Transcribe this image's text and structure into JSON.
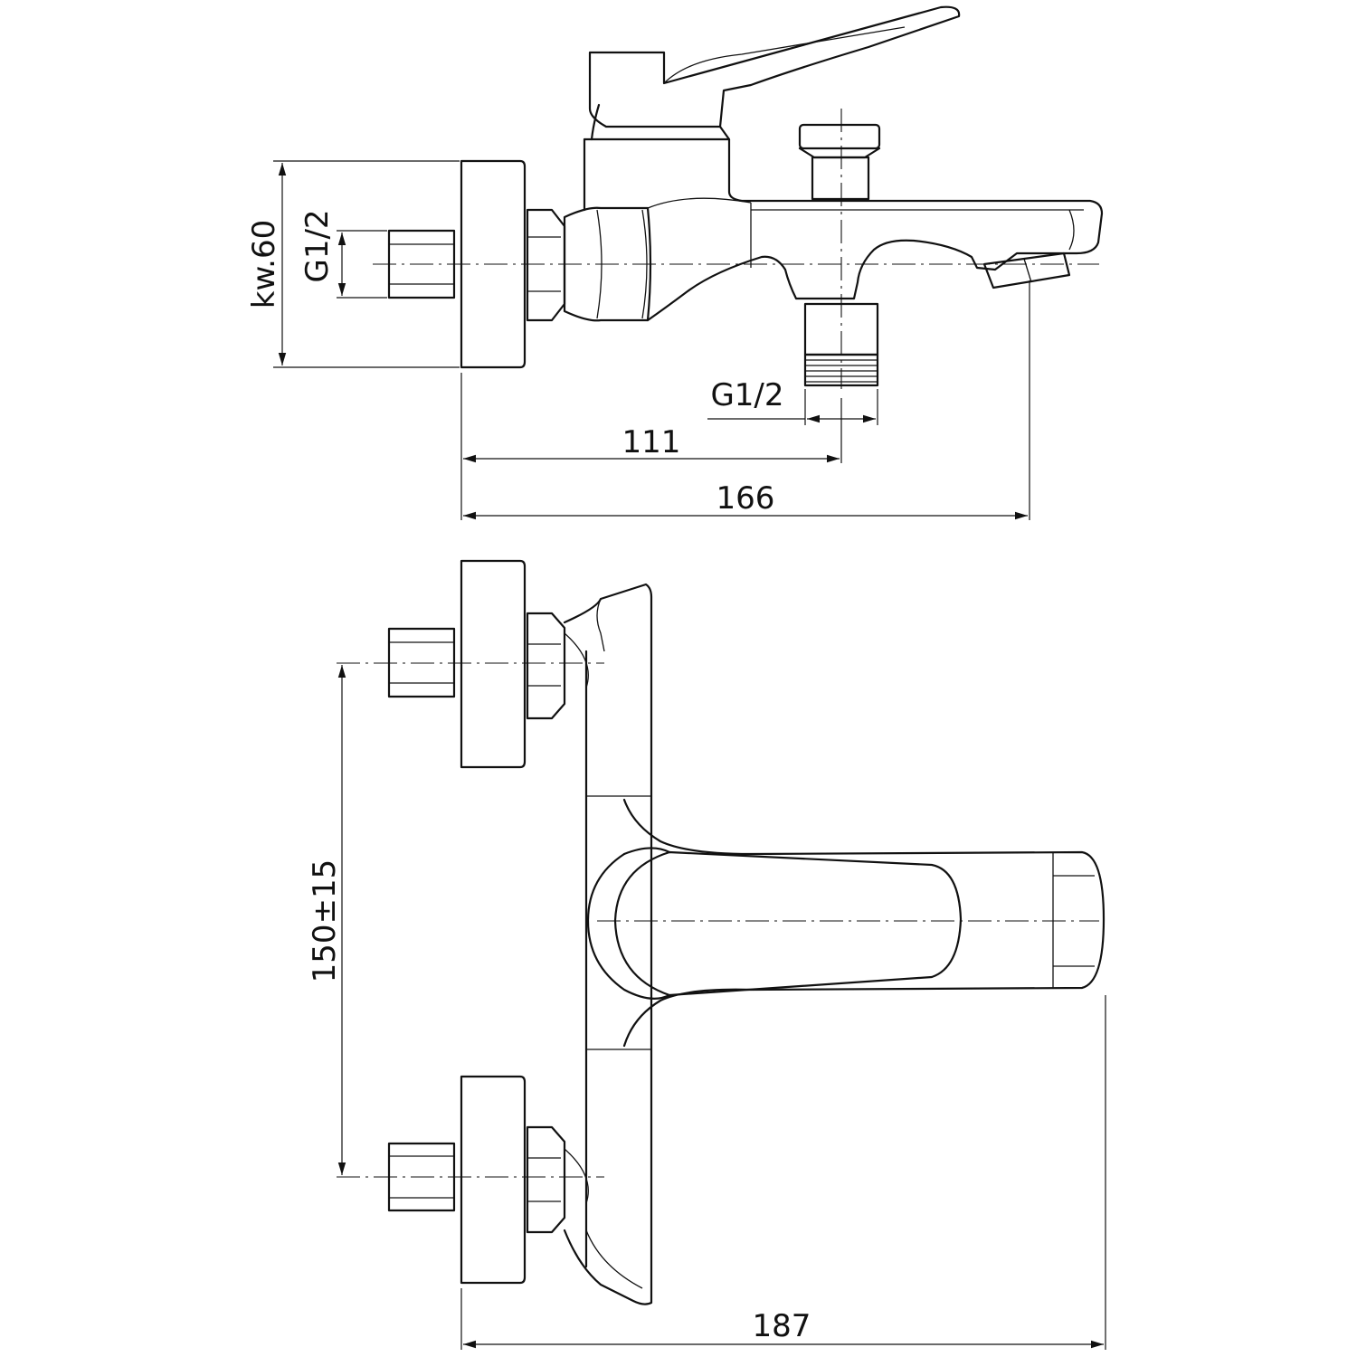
{
  "drawing": {
    "side_view": {
      "wrench_size_label": "kw.60",
      "inlet_thread_label": "G1/2",
      "outlet_thread_label": "G1/2",
      "dim_outlet_offset": "111",
      "dim_spout_depth": "166"
    },
    "front_view": {
      "dim_inlet_spacing": "150±15",
      "dim_overall_depth": "187"
    }
  },
  "colors": {
    "line": "#111111",
    "background": "#ffffff"
  }
}
